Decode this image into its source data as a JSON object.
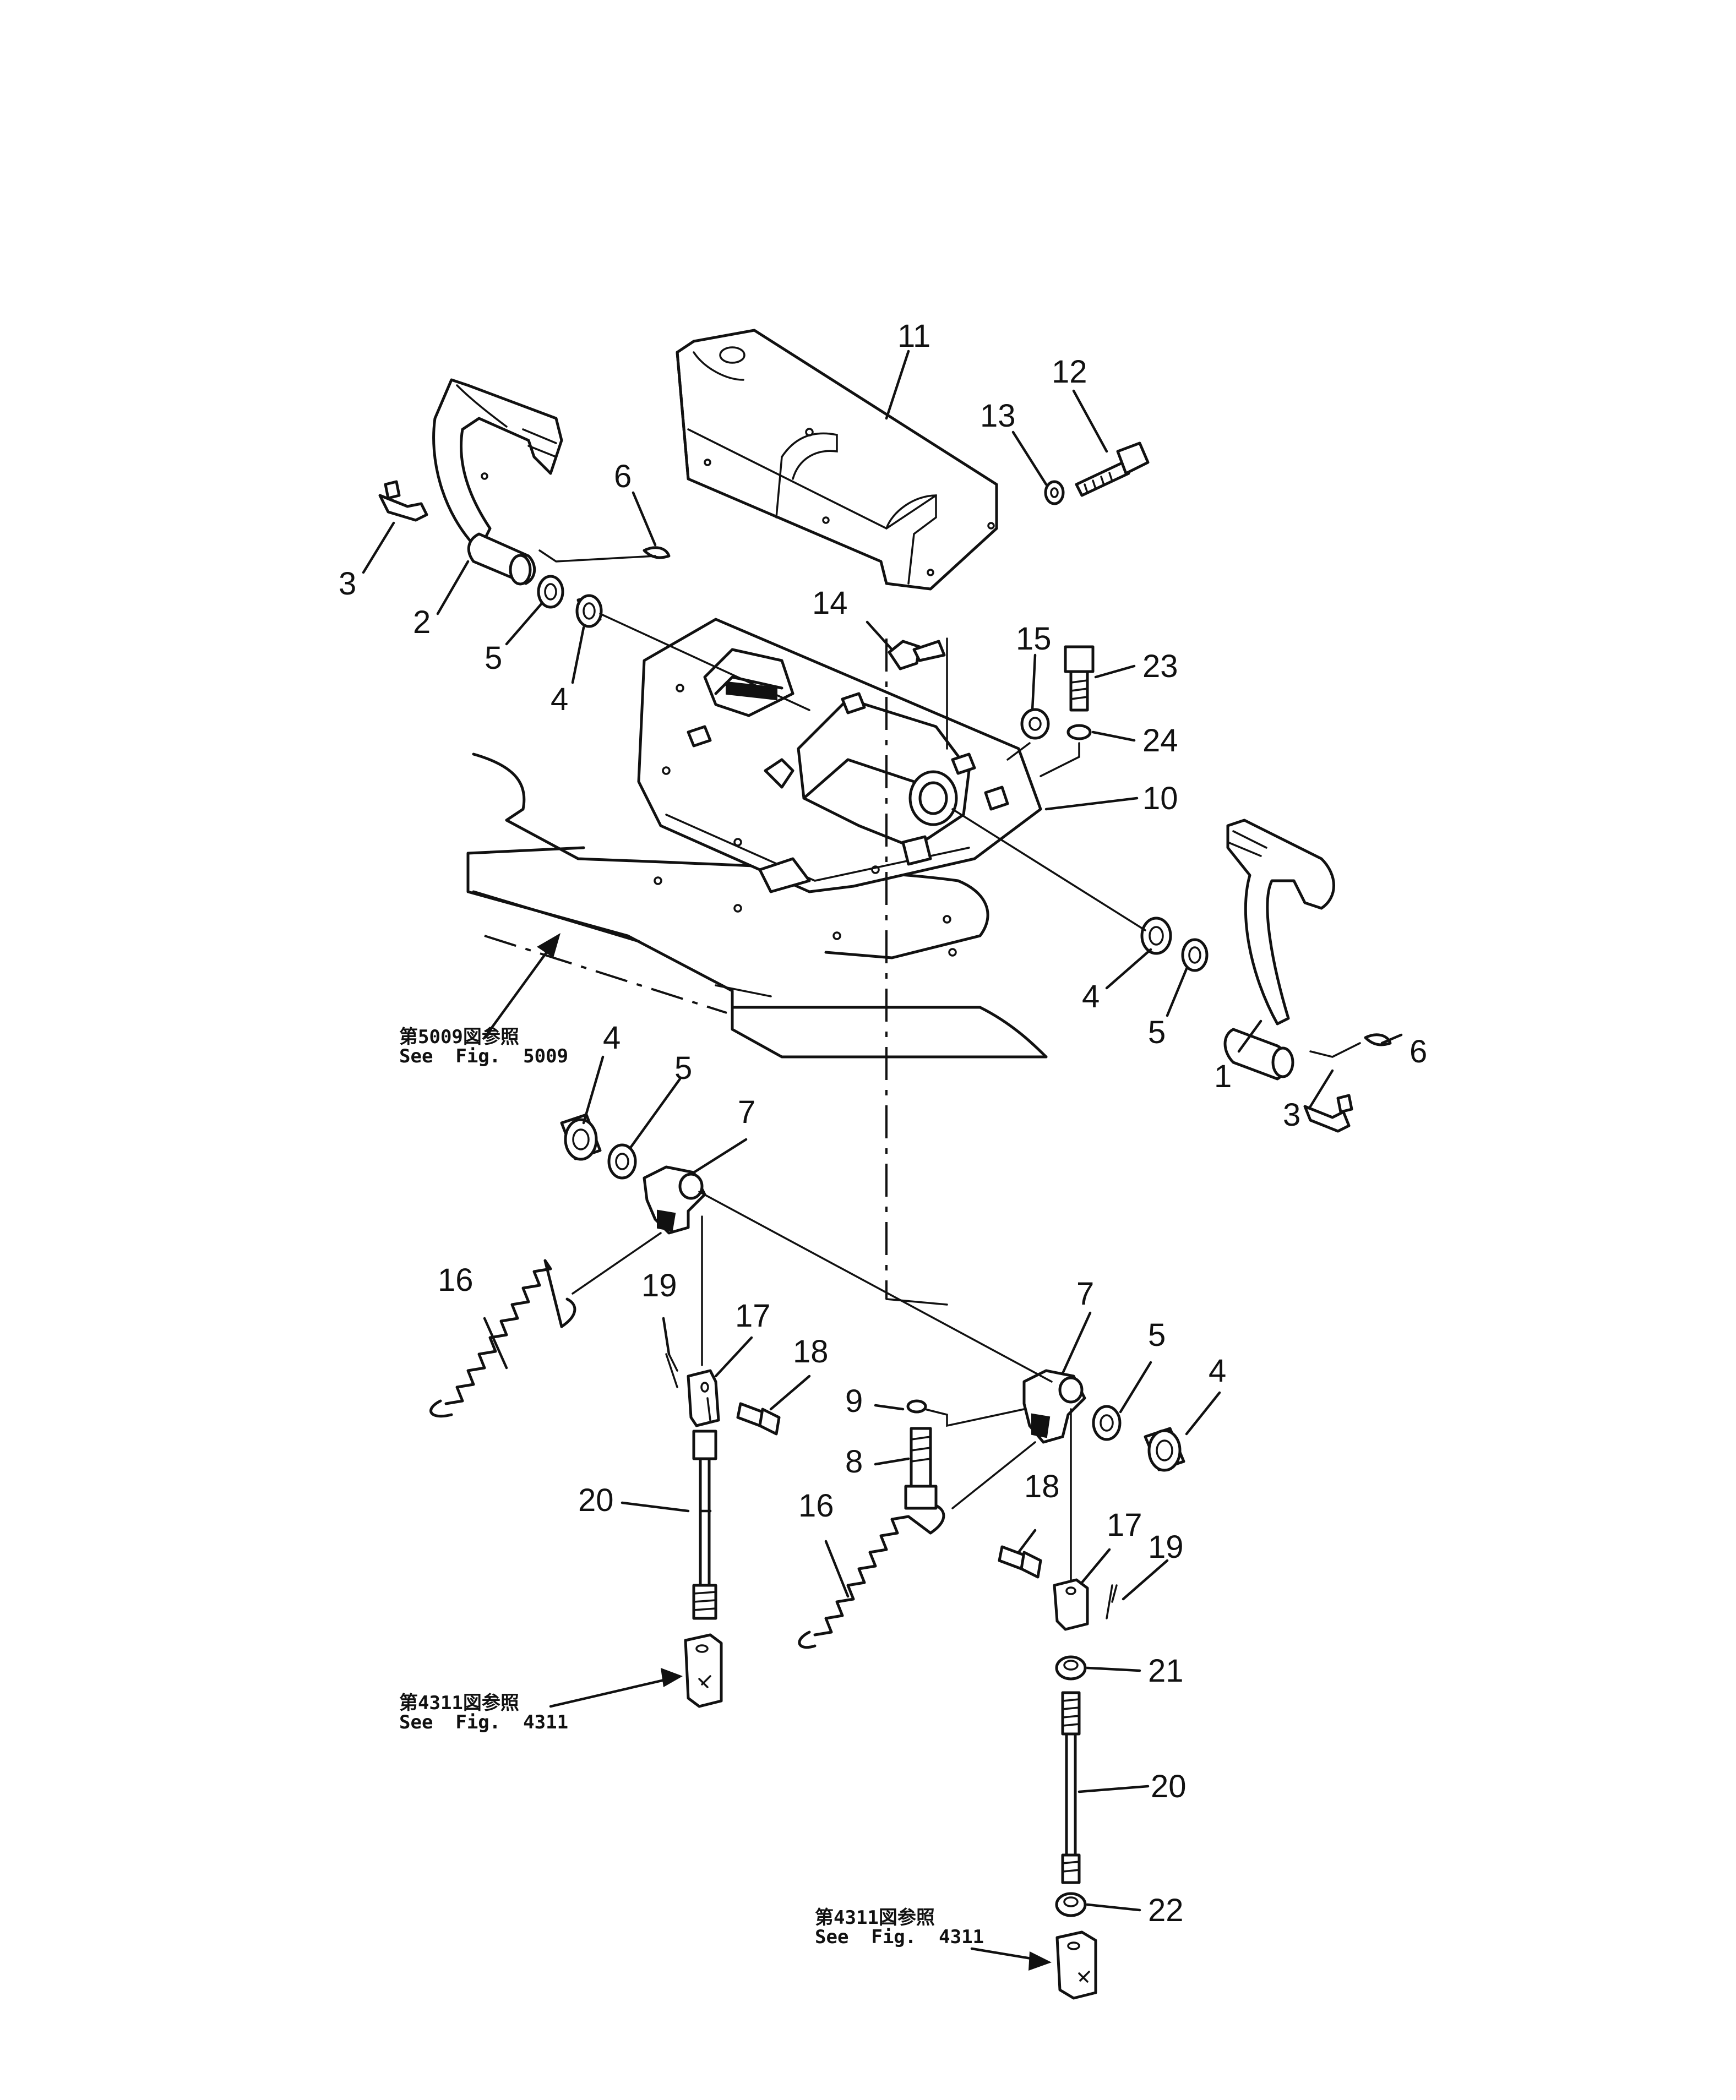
{
  "callouts": {
    "c1": "1",
    "c2": "2",
    "c3a": "3",
    "c3b": "3",
    "c4a": "4",
    "c4b": "4",
    "c4c": "4",
    "c4d": "4",
    "c5a": "5",
    "c5b": "5",
    "c5c": "5",
    "c5d": "5",
    "c6a": "6",
    "c6b": "6",
    "c7a": "7",
    "c7b": "7",
    "c8": "8",
    "c9": "9",
    "c10": "10",
    "c11": "11",
    "c12": "12",
    "c13": "13",
    "c14": "14",
    "c15": "15",
    "c16a": "16",
    "c16b": "16",
    "c17a": "17",
    "c17b": "17",
    "c18a": "18",
    "c18b": "18",
    "c19a": "19",
    "c19b": "19",
    "c20a": "20",
    "c20b": "20",
    "c21": "21",
    "c22": "22",
    "c23": "23",
    "c24": "24"
  },
  "references": {
    "fig5009_jp": "第5009図参照",
    "fig5009_en": "See  Fig.  5009",
    "fig4311a_jp": "第4311図参照",
    "fig4311a_en": "See  Fig.  4311",
    "fig4311b_jp": "第4311図参照",
    "fig4311b_en": "See  Fig.  4311"
  }
}
